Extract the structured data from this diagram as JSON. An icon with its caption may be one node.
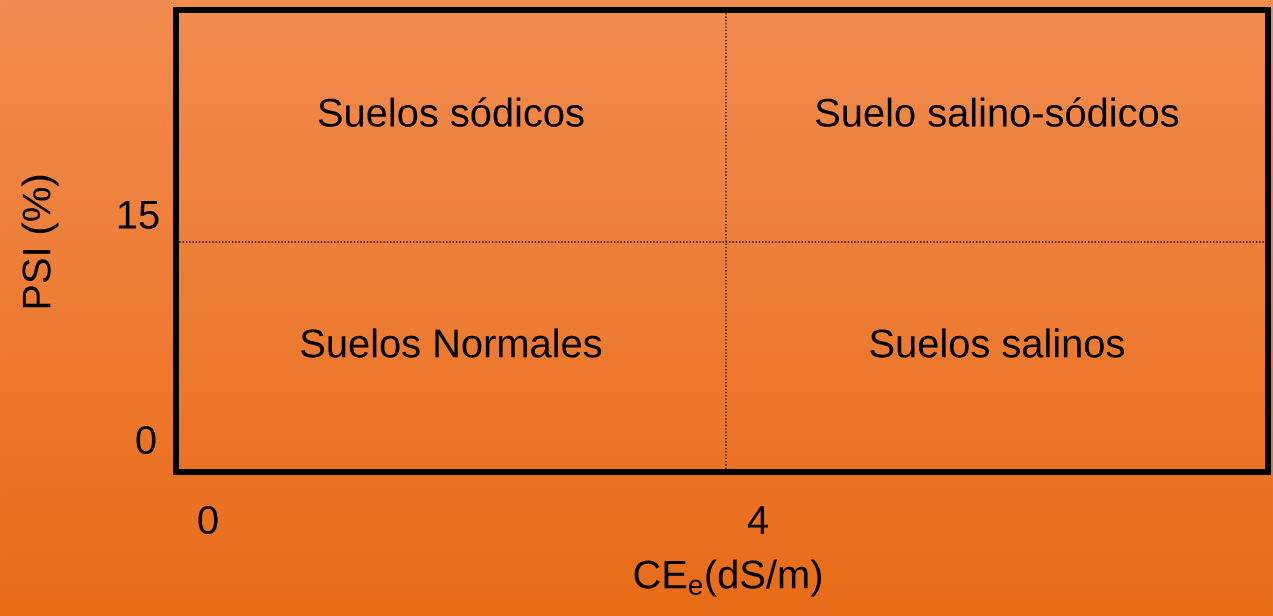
{
  "diagram": {
    "nodes": [
      {
        "text": [
          "Suelos sódicos"
        ]
      },
      {
        "text": [
          "Suelo salino-sódicos"
        ]
      },
      {
        "text": [
          "Suelos Normales"
        ]
      },
      {
        "text": [
          "Suelos salinos"
        ]
      }
    ],
    "labels": [
      "PSI (%)",
      "15",
      "0",
      "0",
      "4",
      "CE$_{e}$(dS/m)"
    ]
  }
}
